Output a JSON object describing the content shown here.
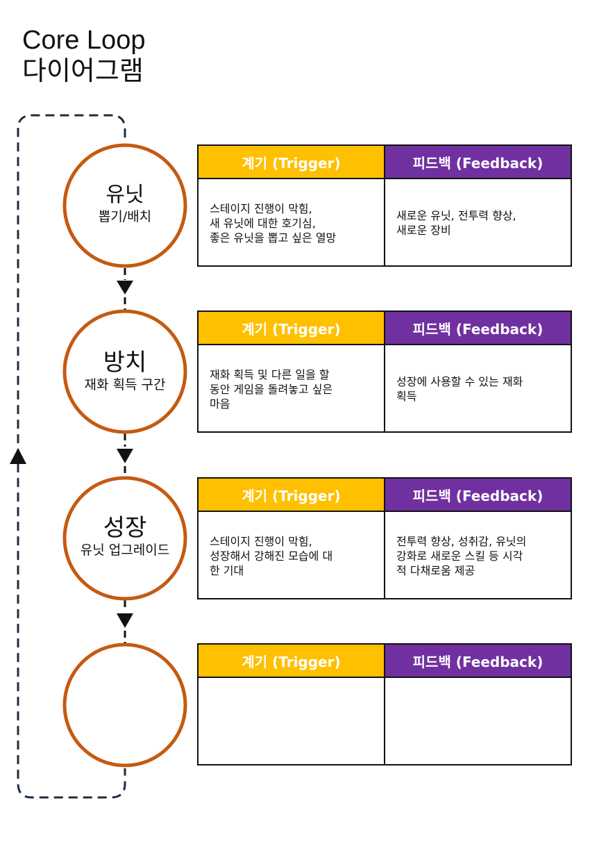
{
  "title": {
    "line1": "Core Loop",
    "line2": "다이어그램"
  },
  "colors": {
    "trigger": "#ffc000",
    "feedback": "#7030a0",
    "circle": "#c55a11",
    "loop": "#1f2d3d"
  },
  "stages": [
    {
      "main": "유닛",
      "sub": "뽑기/배치",
      "trigger_header": "계기 (Trigger)",
      "feedback_header": "피드백 (Feedback)",
      "trigger_text": "스테이지 진행이 막힘,\n새 유닛에 대한 호기심,\n좋은 유닛을 뽑고 싶은 열망",
      "feedback_text": "새로운 유닛, 전투력 향상,\n새로운 장비"
    },
    {
      "main": "방치",
      "sub": "재화 획득 구간",
      "trigger_header": "계기 (Trigger)",
      "feedback_header": "피드백 (Feedback)",
      "trigger_text": "재화 획득 및 다른 일을 할\n동안 게임을 돌려놓고 싶은\n마음",
      "feedback_text": "성장에 사용할 수 있는 재화\n획득"
    },
    {
      "main": "성장",
      "sub": "유닛 업그레이드",
      "trigger_header": "계기 (Trigger)",
      "feedback_header": "피드백 (Feedback)",
      "trigger_text": "스테이지 진행이 막힘,\n성장해서 강해진 모습에 대\n한 기대",
      "feedback_text": "전투력 향상, 성취감, 유닛의\n강화로 새로운 스킬 등 시각\n적 다채로움 제공"
    },
    {
      "main": "",
      "sub": "",
      "trigger_header": "계기 (Trigger)",
      "feedback_header": "피드백 (Feedback)",
      "trigger_text": "",
      "feedback_text": ""
    }
  ]
}
